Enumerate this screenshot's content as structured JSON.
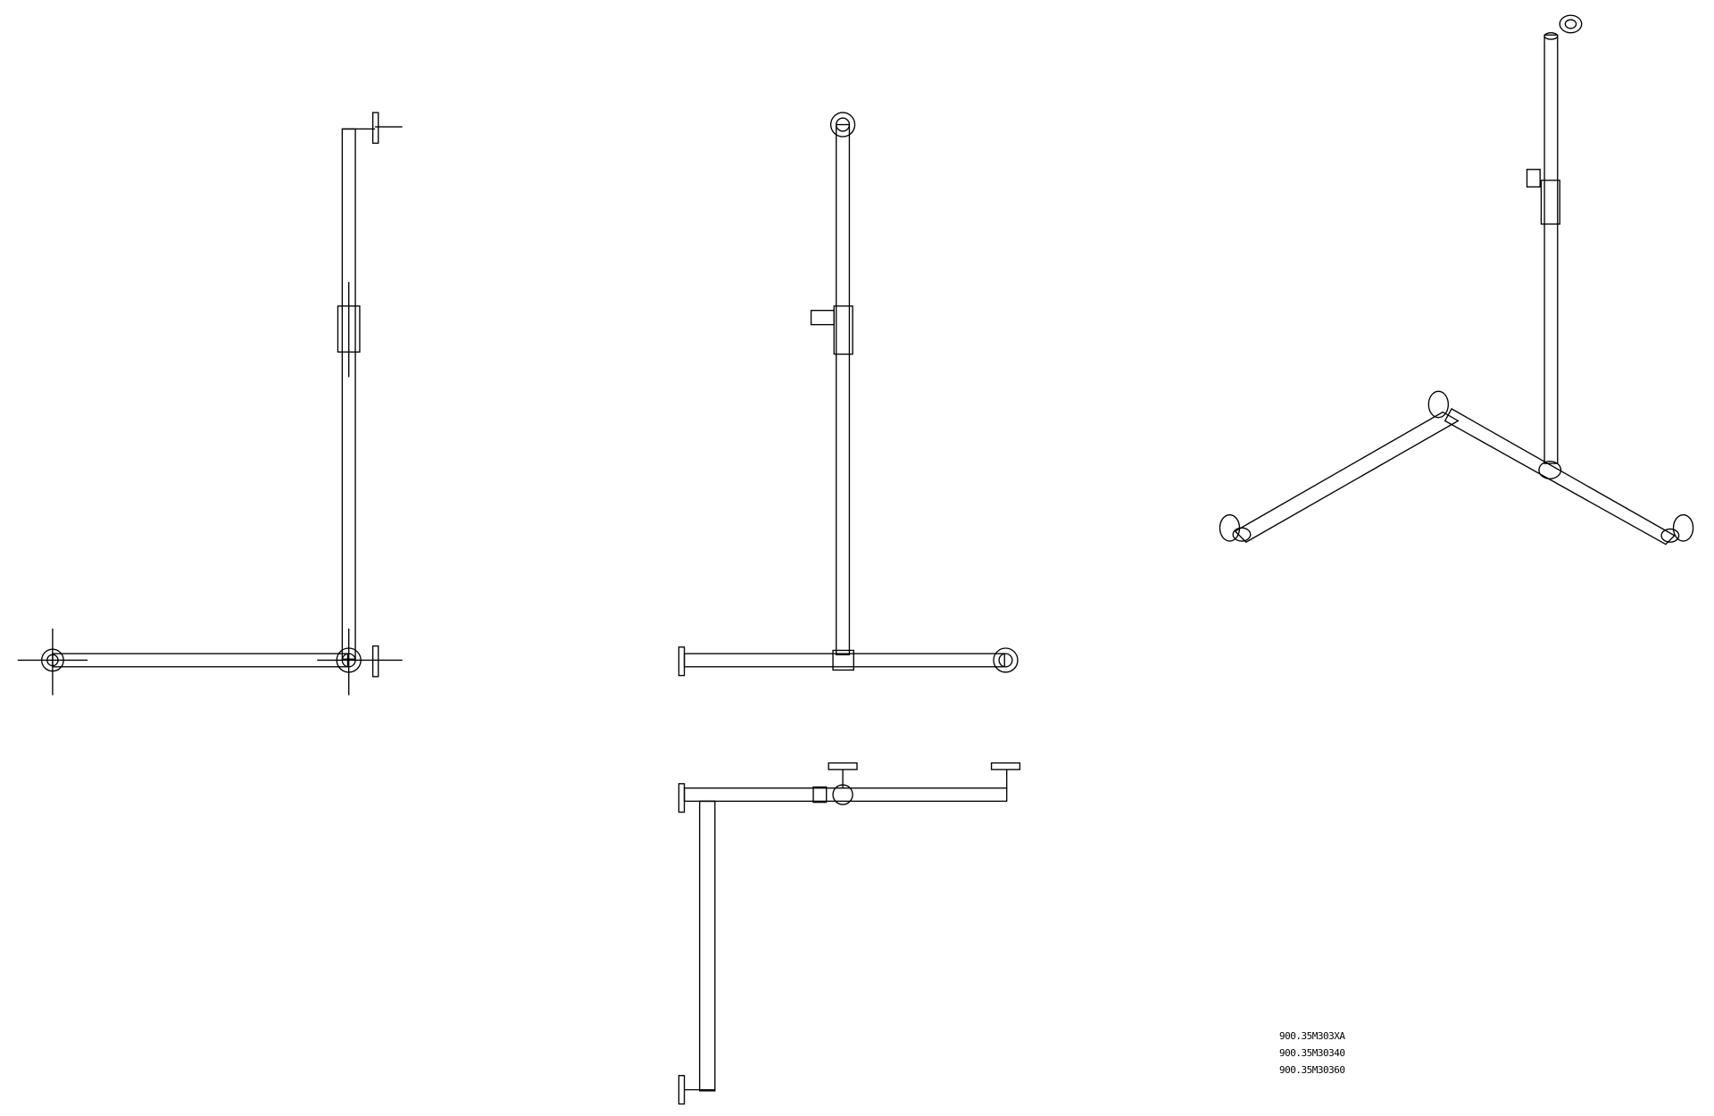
{
  "drawing": {
    "views": [
      "front-elevation-left",
      "front-elevation-center",
      "isometric-view",
      "plan-view"
    ],
    "line_color": "#000000",
    "background": "#ffffff"
  },
  "part_numbers": [
    "900.35M303XA",
    "900.35M30340",
    "900.35M30360"
  ]
}
